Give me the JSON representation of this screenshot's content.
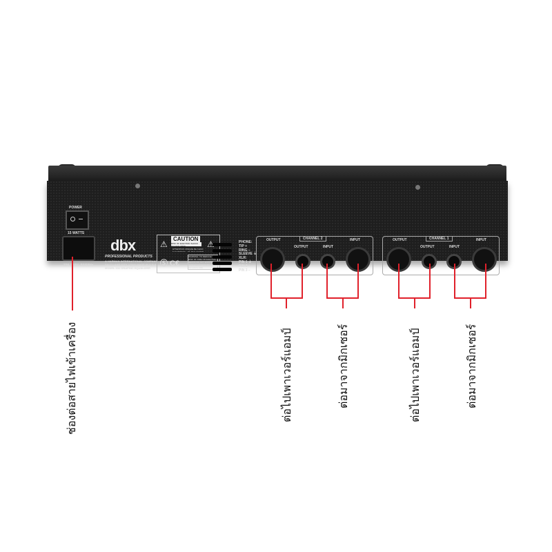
{
  "product": {
    "brand_logo": "dbx",
    "brand_sub": "PROFESSIONAL PRODUCTS",
    "company": [
      "A HARMAN INTERNATIONAL COMPANY",
      "SALT LAKE CITY, UTAH MADE IN U.S.A.",
      "MODEL 231 GRAPHIC EQUALIZER"
    ],
    "power_label": "POWER",
    "watts_label": "15 WATTS",
    "voltage_label": "220-240V~50/60Hz",
    "caution_title": "CAUTION",
    "caution_text": "RISK OF ELECTRIC SHOCK DO NOT OPEN",
    "attention_text": "ATTENTION: RISQUE DE CHOC ELECTRIQUE - NE PAS OUVRIR",
    "warning_text": "WARNING: TO REDUCE THE RISK OF FIRE OR ELECTRIC SHOCK DO NOT EXPOSE THIS EQUIPMENT TO RAIN OR MOISTURE",
    "pin_legend": [
      "PHONE:",
      "TIP +",
      "RING −",
      "SLEEVE ⏚",
      "XLR:",
      "PIN 1 ⏚",
      "PIN 2 +",
      "PIN 3 −"
    ],
    "channels": [
      {
        "title": "CHANNEL 2",
        "output_xlr": "OUTPUT",
        "output_jack": "OUTPUT",
        "input_jack": "INPUT",
        "input_xlr": "INPUT"
      },
      {
        "title": "CHANNEL 1",
        "output_xlr": "OUTPUT",
        "output_jack": "OUTPUT",
        "input_jack": "INPUT",
        "input_xlr": "INPUT"
      }
    ]
  },
  "annotations": {
    "power": "ช่องต่อสายไฟเข้าเครื่อง",
    "ch2_output": "ต่อไปเพาเวอร์แอมป์",
    "ch2_input": "ต่อมาจากมิกเซอร์",
    "ch1_output": "ต่อไปเพาเวอร์แอมป์",
    "ch1_input": "ต่อมาจากมิกเซอร์"
  },
  "colors": {
    "callout_line": "#e0202a",
    "chassis": "#1f1f1f"
  }
}
